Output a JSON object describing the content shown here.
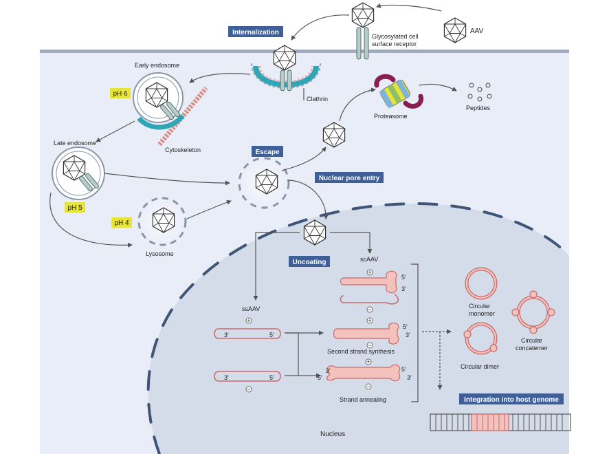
{
  "labels": {
    "internalization": "Internalization",
    "glycosylated_receptor_1": "Glycosylated cell",
    "glycosylated_receptor_2": "surface receptor",
    "aav": "AAV",
    "early_endosome": "Early endosome",
    "clathrin": "Clathrin",
    "ph6": "pH 6",
    "cytoskeleton": "Cytoskeleton",
    "proteasome": "Proteasome",
    "peptides": "Peptides",
    "late_endosome": "Late endosome",
    "escape": "Escape",
    "ph5": "pH 5",
    "nuclear_pore_entry": "Nuclear pore entry",
    "ph4": "pH 4",
    "lysosome": "Lysosome",
    "uncoating": "Uncoating",
    "scaav": "scAAV",
    "ssaav": "ssAAV",
    "second_strand_synthesis": "Second strand synthesis",
    "strand_annealing": "Strand annealing",
    "circular_monomer_1": "Circular",
    "circular_monomer_2": "monomer",
    "circular_concatemer_1": "Circular",
    "circular_concatemer_2": "concatemer",
    "circular_dimer": "Circular dimer",
    "integration": "Integration into host genome",
    "nucleus": "Nucleus",
    "plus": "+",
    "minus": "−",
    "five_prime": "5′",
    "three_prime": "3′"
  },
  "colors": {
    "tag_blue": "#3f5f99",
    "ph_yellow": "#e6e339",
    "cell_fill": "#e9edf8",
    "nucleus_fill": "#d4dcea",
    "membrane": "#8a94a6",
    "dna": "#c96a6a",
    "dna_fill": "#f3c2bd",
    "clathrin_teal": "#2fa6b5",
    "cytoskeleton": "#d98b80"
  }
}
